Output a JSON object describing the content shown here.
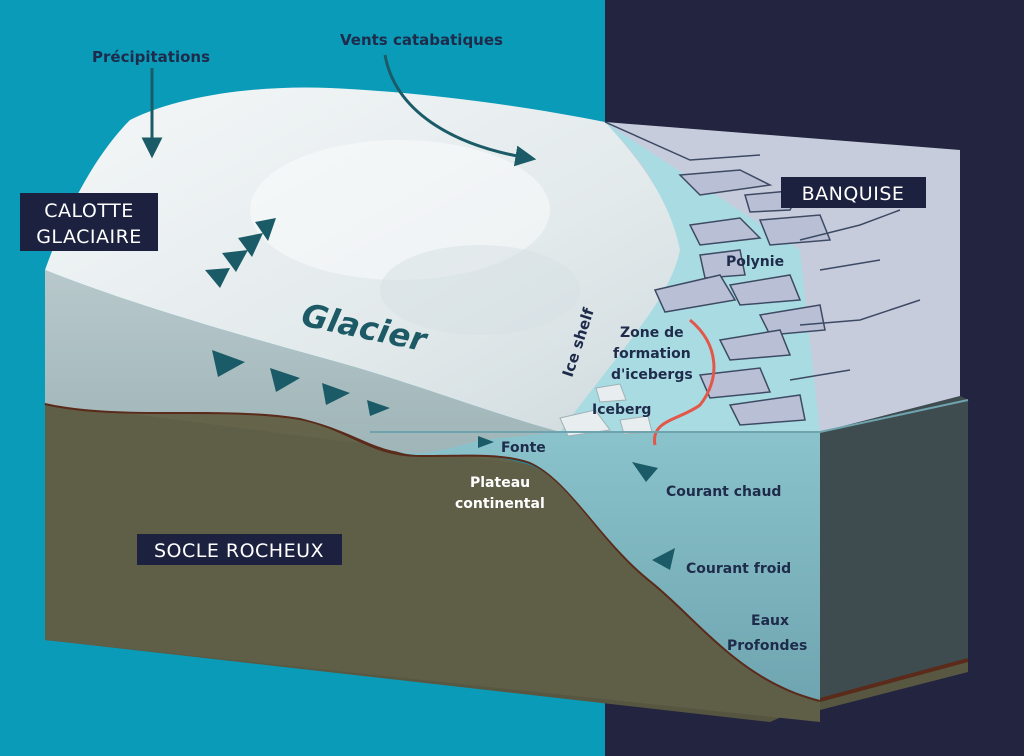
{
  "labels": {
    "precipitations": "Précipitations",
    "vents": "Vents catabatiques",
    "calotte_line1": "CALOTTE",
    "calotte_line2": "GLACIAIRE",
    "banquise": "BANQUISE",
    "polynie": "Polynie",
    "glacier": "Glacier",
    "ice_shelf": "Ice shelf",
    "zone_line1": "Zone de",
    "zone_line2": "formation",
    "zone_line3": "d'icebergs",
    "iceberg": "Iceberg",
    "fonte": "Fonte",
    "plateau_line1": "Plateau",
    "plateau_line2": "continental",
    "courant_chaud": "Courant chaud",
    "courant_froid": "Courant froid",
    "eaux_line1": "Eaux",
    "eaux_line2": "Profondes",
    "socle": "SOCLE ROCHEUX"
  },
  "colors": {
    "background_left": "#0a9bb8",
    "background_right": "#23243f",
    "label_box": "#1c2140",
    "ice": "#e9eef0",
    "rock": "#5f5e47",
    "water": "#8ec6cf",
    "front_line": "#e2574a"
  }
}
